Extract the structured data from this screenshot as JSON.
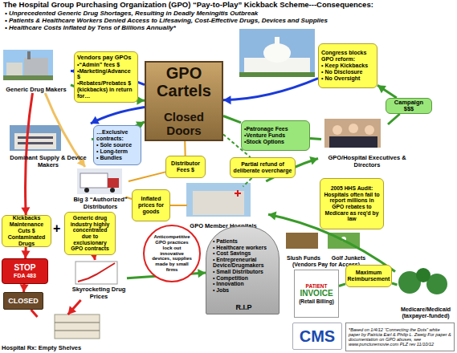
{
  "diagram": {
    "title": "The Hospital Group Purchasing Organization (GPO) “Pay-to-Play” Kickback Scheme---Consequences:",
    "nodes": [
      {
        "text": [
          "Generic Drug Makers"
        ]
      },
      {
        "text": [
          "Vendors pay GPOs",
          "•“Admin” fees $",
          "•Marketing/Advance $",
          "•Rebates/Prebates $ (kickbacks) in return for…"
        ]
      },
      {
        "text": [
          "GPO Cartels",
          "Closed Doors"
        ]
      },
      {
        "text": [
          "Congress blocks GPO reform:",
          "• Keep Kickbacks",
          "• No Disclosure",
          "• No Oversight"
        ]
      },
      {
        "text": [
          "Campaign $$$"
        ]
      },
      {
        "text": [
          "Dominant Supply & Device Makers"
        ]
      },
      {
        "text": [
          "…Exclusive contracts:",
          "• Sole source",
          "• Long-term",
          "• Bundles"
        ]
      },
      {
        "text": [
          "•Patronage Fees",
          "•Venture Funds",
          "•Stock Options"
        ]
      },
      {
        "text": [
          "GPO/Hospital Executives & Directors"
        ]
      },
      {
        "text": [
          "Big 3 “Authorized” Distributors"
        ]
      },
      {
        "text": [
          "Distributor Fees $"
        ]
      },
      {
        "text": [
          "Partial refund of deliberate overcharge"
        ]
      },
      {
        "text": [
          "Inflated prices for goods"
        ]
      },
      {
        "text": [
          "GPO Member Hospitals"
        ]
      },
      {
        "text": [
          "2005 HHS Audit: Hospitals often fail to report millions in GPO rebates to Medicare as req'd by law"
        ]
      },
      {
        "text": [
          "Kickbacks Maintenance Cuts $ Contaminated Drugs"
        ]
      },
      {
        "text": [
          "Generic drug industry highly concentrated due to exclusionary GPO contracts"
        ]
      },
      {
        "text": [
          "Anticompetitive GPO practices lock out innovative devices, supplies made by small firms"
        ]
      },
      {
        "text": [
          "• Patients",
          "• Healthcare workers",
          "• Cost Savings",
          "• Entrepreneurial Device/Drugmakers",
          "• Small Distributors",
          "• Competition",
          "• Innovation",
          "• Jobs",
          "R.I.P"
        ]
      },
      {
        "text": [
          "Slush Funds",
          "Golf Junkets",
          "(Vendors Pay for Access)"
        ]
      },
      {
        "text": [
          "PATIENT",
          "INVOICE",
          "(Retail Billing)"
        ]
      },
      {
        "text": [
          "Maximum Reimbursement"
        ]
      },
      {
        "text": [
          "CMS"
        ]
      },
      {
        "text": [
          "Medicare/Medicaid",
          "(taxpayer-funded)"
        ]
      },
      {
        "text": [
          "STOP",
          "FDA 483"
        ]
      },
      {
        "text": [
          "CLOSED"
        ]
      },
      {
        "text": [
          "Skyrocketing Drug Prices"
        ]
      },
      {
        "text": [
          "Hospital Rx: Empty Shelves"
        ]
      },
      {
        "text": [
          "*Based on 1/4/12 “Connecting the Dots” white paper by Patricia Earl & Philip L. Zweig For paper & documentation on GPO abuses, see www.puncturemovie.com PLZ rev 11/10/12"
        ]
      }
    ],
    "edges": [
      {
        "from": 0,
        "to": 2,
        "arrow": "to"
      },
      {
        "from": 2,
        "to": 0,
        "arrow": "to"
      },
      {
        "from": 5,
        "to": 2,
        "arrow": "to"
      },
      {
        "from": 2,
        "to": 5,
        "arrow": "to"
      },
      {
        "from": 3,
        "to": 2,
        "arrow": "to"
      },
      {
        "from": 8,
        "to": 4,
        "arrow": "none"
      },
      {
        "from": 4,
        "to": 3,
        "arrow": "to"
      },
      {
        "from": 2,
        "to": 7,
        "arrow": "none"
      },
      {
        "from": 7,
        "to": 8,
        "arrow": "to"
      },
      {
        "from": 9,
        "to": 10,
        "arrow": "none"
      },
      {
        "from": 10,
        "to": 2,
        "arrow": "to"
      },
      {
        "from": 2,
        "to": 11,
        "arrow": "none"
      },
      {
        "from": 11,
        "to": 13,
        "arrow": "to"
      },
      {
        "from": 9,
        "to": 12,
        "arrow": "none"
      },
      {
        "from": 12,
        "to": 13,
        "arrow": "to"
      },
      {
        "from": 0,
        "to": 9,
        "arrow": "to"
      },
      {
        "from": 5,
        "to": 9,
        "arrow": "to"
      },
      {
        "from": 13,
        "to": 8,
        "arrow": "to"
      },
      {
        "from": 20,
        "to": 21,
        "arrow": "none"
      },
      {
        "from": 21,
        "to": 23,
        "arrow": "to"
      },
      {
        "from": 23,
        "to": 13,
        "arrow": "to"
      },
      {
        "from": 0,
        "to": 15,
        "arrow": "to"
      },
      {
        "from": 15,
        "to": 24,
        "arrow": "to"
      },
      {
        "from": 24,
        "to": 25,
        "arrow": "to"
      },
      {
        "from": 25,
        "to": 27,
        "arrow": "to"
      },
      {
        "from": 16,
        "to": 26,
        "arrow": "to"
      },
      {
        "from": 26,
        "to": 27,
        "arrow": "to"
      },
      {
        "from": 26,
        "to": 18,
        "arrow": "to"
      }
    ],
    "labels": [
      "• Unprecedented Generic Drug Shortages, Resulting in Deadly Meningitis Outbreak",
      "• Patients & Healthcare Workers Denied Access to Lifesaving, Cost-Effective Drugs, Devices and Supplies",
      "• Healthcare Costs Inflated by Tens of Billions Annually*",
      "+"
    ]
  }
}
